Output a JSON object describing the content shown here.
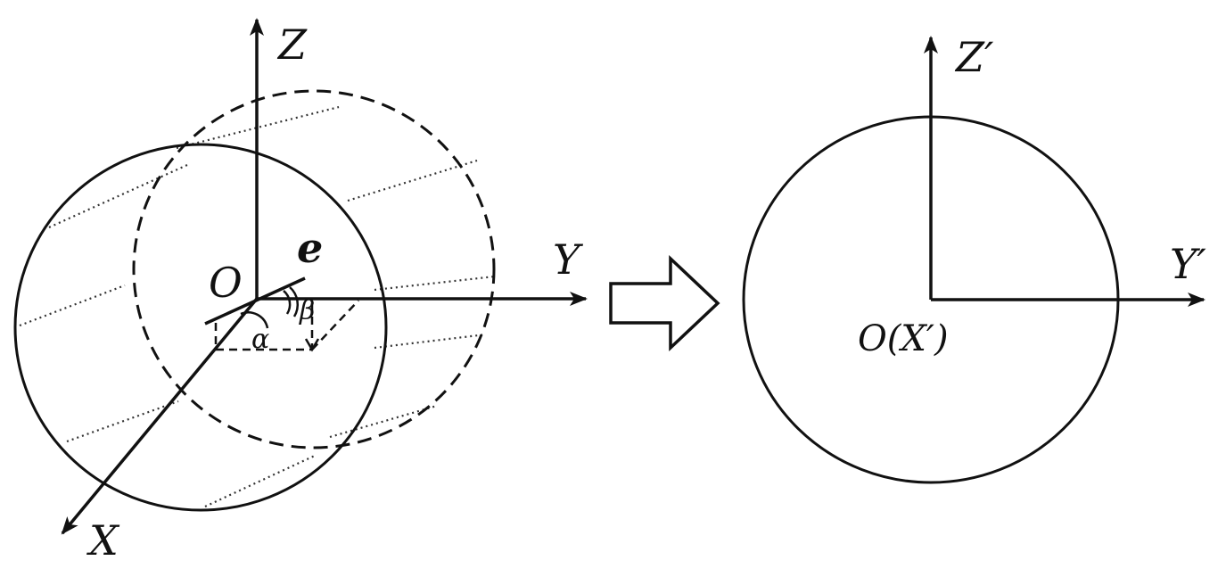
{
  "diagram": {
    "left_panel": {
      "axis_labels": {
        "z": "Z",
        "y": "Y",
        "x": "X",
        "origin": "O"
      },
      "vector_label": "e",
      "angle_labels": {
        "alpha": "α",
        "beta": "β"
      }
    },
    "transform_arrow": "hollow-right-arrow-icon",
    "right_panel": {
      "axis_labels": {
        "z": "Z′",
        "y": "Y′",
        "origin": "O(X′)"
      }
    },
    "colors": {
      "stroke": "#111111",
      "background": "#ffffff"
    }
  }
}
